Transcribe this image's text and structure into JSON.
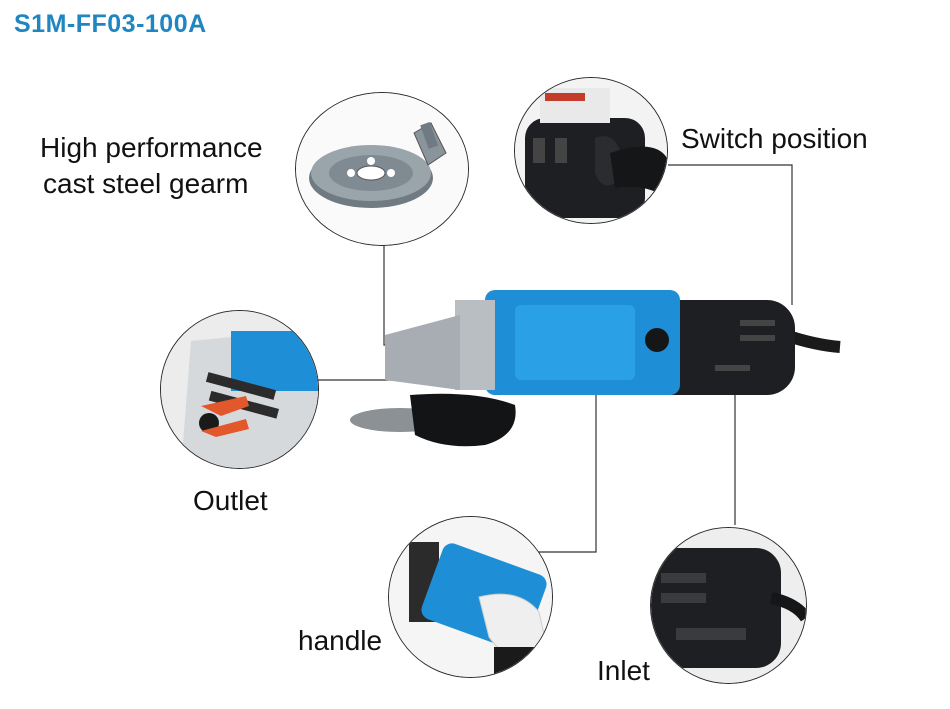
{
  "model": "S1M-FF03-100A",
  "labels": {
    "gear_line1": "High performance",
    "gear_line2": "cast steel gearm",
    "switch": "Switch position",
    "outlet": "Outlet",
    "handle": "handle",
    "inlet": "Inlet"
  },
  "colors": {
    "brand_blue": "#1f86c0",
    "tool_blue": "#1e8fd6",
    "tool_black": "#1e1f22",
    "accent_orange": "#e2582b"
  }
}
